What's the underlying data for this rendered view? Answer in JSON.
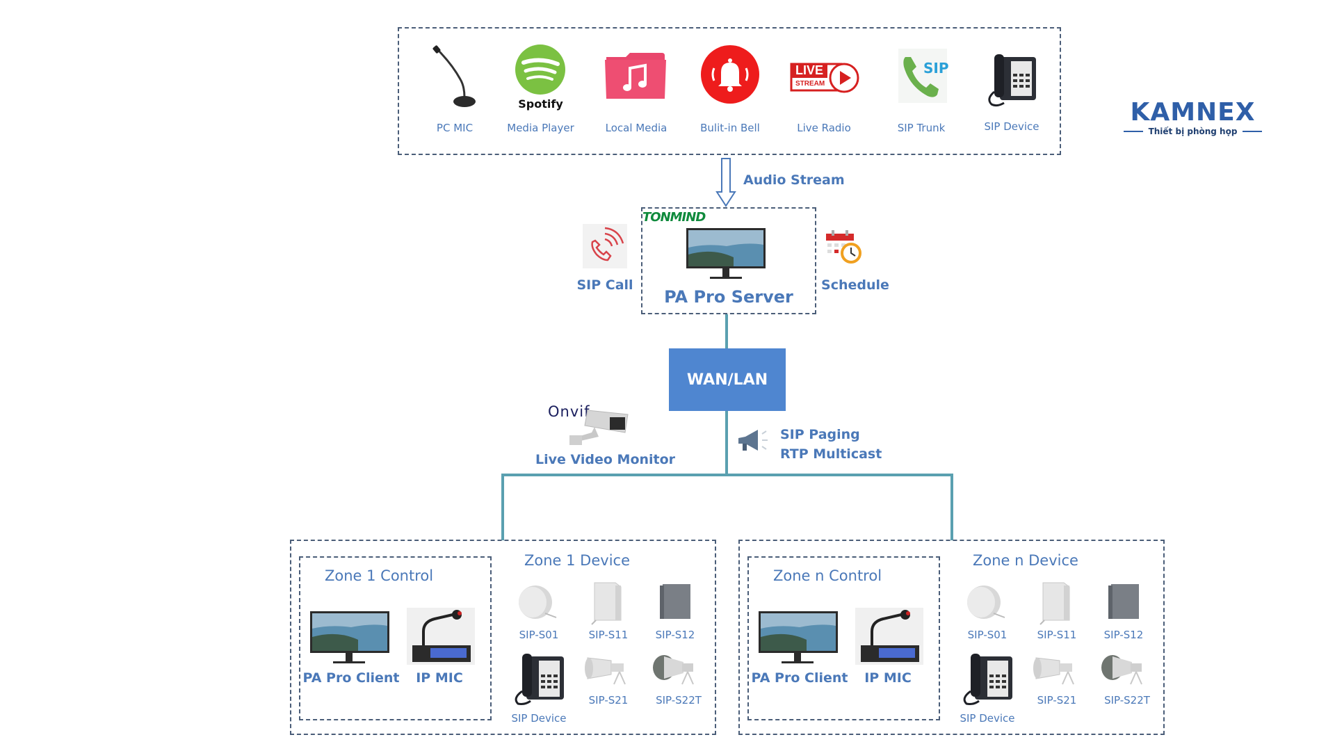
{
  "brand": {
    "name": "KAMNEX",
    "tagline": "Thiết bị phòng họp",
    "color": "#2f5fa8"
  },
  "sources": {
    "items": [
      {
        "label": "PC MIC",
        "icon": "gooseneck-mic-icon"
      },
      {
        "label": "Media Player",
        "icon": "spotify-icon",
        "icon_text": "Spotify"
      },
      {
        "label": "Local Media",
        "icon": "music-folder-icon"
      },
      {
        "label": "Bulit-in Bell",
        "icon": "bell-icon"
      },
      {
        "label": "Live Radio",
        "icon": "live-stream-icon",
        "icon_text_top": "LIVE",
        "icon_text_bottom": "STREAM"
      },
      {
        "label": "SIP Trunk",
        "icon": "sip-phone-icon",
        "icon_text": "SIP"
      },
      {
        "label": "SIP Device",
        "icon": "desk-phone-icon"
      }
    ]
  },
  "flow": {
    "audio_stream_label": "Audio Stream"
  },
  "server": {
    "vendor": "TONMIND",
    "label": "PA Pro Server",
    "left_feature": "SIP Call",
    "right_feature": "Schedule"
  },
  "network": {
    "label": "WAN/LAN",
    "color": "#4f86d0",
    "left_feature": "Live Video Monitor",
    "left_feature_logo": "Onvif",
    "right_feature_lines": [
      "SIP Paging",
      "RTP Multicast"
    ]
  },
  "zones": [
    {
      "control_title": "Zone 1 Control",
      "control_items": [
        "PA Pro Client",
        "IP MIC"
      ],
      "device_title": "Zone 1 Device",
      "devices": [
        "SIP-S01",
        "SIP-S11",
        "SIP-S12",
        "SIP Device",
        "SIP-S21",
        "SIP-S22T"
      ]
    },
    {
      "control_title": "Zone n Control",
      "control_items": [
        "PA Pro Client",
        "IP MIC"
      ],
      "device_title": "Zone n Device",
      "devices": [
        "SIP-S01",
        "SIP-S11",
        "SIP-S12",
        "SIP Device",
        "SIP-S21",
        "SIP-S22T"
      ]
    }
  ],
  "colors": {
    "label_blue": "#4a78b8",
    "bus_teal": "#5aa0b0",
    "dash_border": "#4a5d78"
  }
}
